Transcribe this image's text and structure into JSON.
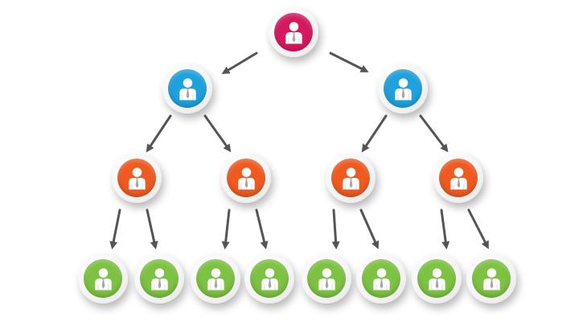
{
  "diagram": {
    "type": "org-hierarchy",
    "levels": [
      {
        "color": "#d6185f",
        "count": 1
      },
      {
        "color": "#1ea1dc",
        "count": 2
      },
      {
        "color": "#ef5a21",
        "count": 4
      },
      {
        "color": "#7dc242",
        "count": 8
      }
    ],
    "node_icon": "person-with-tie-icon",
    "connector_icon": "arrow-icon",
    "connector_color": "#555555"
  }
}
